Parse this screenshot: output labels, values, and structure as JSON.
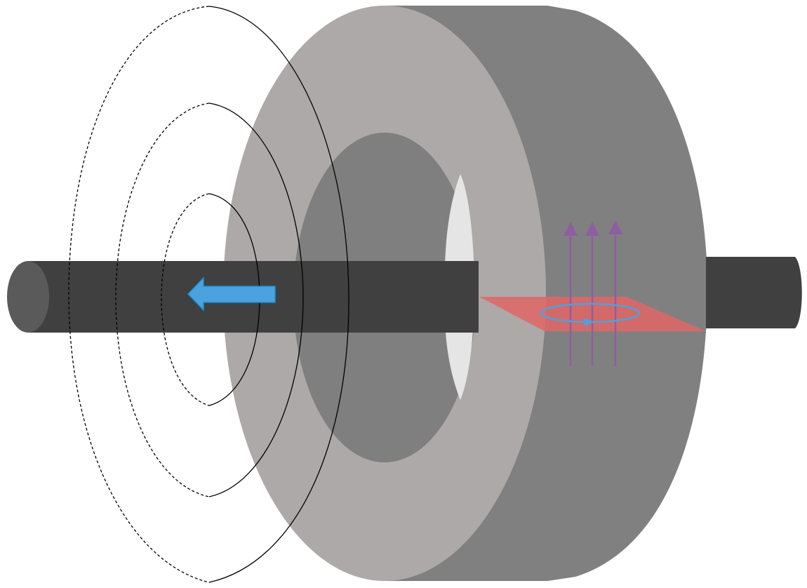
{
  "diagram": {
    "colors": {
      "background": "#ffffff",
      "toroid_face": "#ada9a8",
      "toroid_body": "#808080",
      "toroid_hole_dark": "#7f7f7f",
      "toroid_hole_light": "#e5e5e5",
      "conductor": "#404040",
      "conductor_end": "#5a5a5a",
      "current_arrow": "#4aa3df",
      "current_arrow_outline": "#1a8fd0",
      "cross_section_plane": "#e06666",
      "flux_arrows": "#8e5ea2",
      "loop": "#4aa3df",
      "field_lines": "#000000"
    },
    "elements": {
      "conductor": "conductor",
      "toroidal_core": "toroidal-core",
      "current_direction": "current-direction-arrow",
      "field_lines": "magnetic-field-lines",
      "cross_section": "core-cross-section",
      "flux": "flux-arrows",
      "loop": "circulation-loop"
    }
  }
}
